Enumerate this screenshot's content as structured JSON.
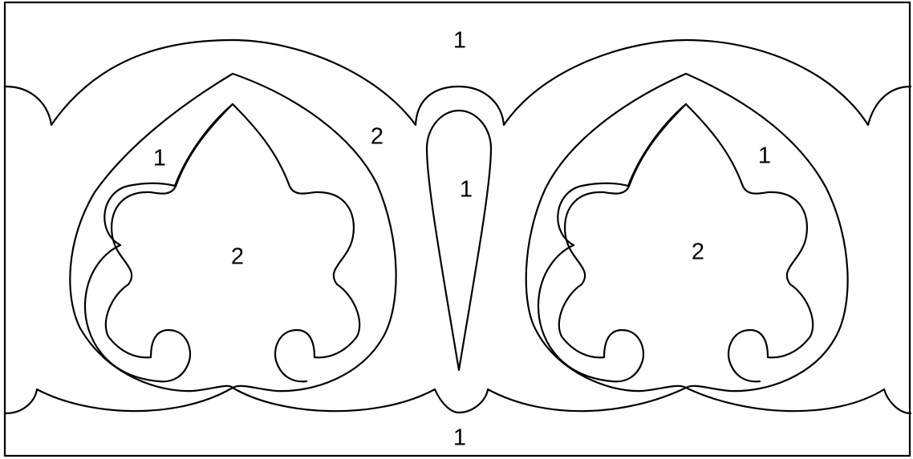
{
  "labels": {
    "top": "1",
    "bottom": "1",
    "left_outer_band": "2",
    "left_inner_band": "1",
    "left_center": "2",
    "drop_center": "1",
    "right_inner_band": "1",
    "right_center": "2"
  },
  "colors": {
    "stroke": "#000000",
    "background": "#ffffff"
  }
}
